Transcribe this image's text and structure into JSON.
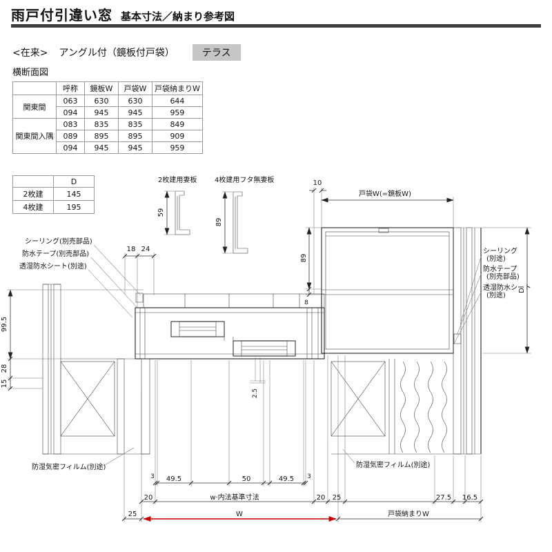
{
  "header": {
    "title": "雨戸付引違い窓",
    "subtitle": "基本寸法／納まり参考図"
  },
  "subheader": {
    "style": "<在来>",
    "spec": "アングル付（鏡板付戸袋）",
    "badge": "テラス"
  },
  "section_label": "横断面図",
  "size_table": {
    "headers": [
      "呼称",
      "鏡板W",
      "戸袋W",
      "戸袋納まりW"
    ],
    "groups": [
      {
        "label": "関東間",
        "rows": [
          [
            "063",
            "630",
            "630",
            "644"
          ],
          [
            "094",
            "945",
            "945",
            "959"
          ]
        ]
      },
      {
        "label": "関東間入隅",
        "rows": [
          [
            "083",
            "835",
            "835",
            "849"
          ],
          [
            "089",
            "895",
            "895",
            "909"
          ],
          [
            "094",
            "945",
            "945",
            "959"
          ]
        ]
      }
    ]
  },
  "depth_table": {
    "header": "D",
    "rows": [
      {
        "label": "2枚建",
        "value": "145"
      },
      {
        "label": "4枚建",
        "value": "195"
      }
    ]
  },
  "diagram": {
    "profile_labels": {
      "two_panel": "2枚建用妻板",
      "four_panel": "4枚建用フタ無妻板"
    },
    "callouts": {
      "sealing_left": "シーリング(別売部品)",
      "tape_left": "防水テープ(別売部品)",
      "sheet_left": "透湿防水シート(別途)",
      "sealing_right_1": "シーリング",
      "sealing_right_2": "(別途)",
      "tape_right_1": "防水テープ",
      "tape_right_2": "(別売部品)",
      "sheet_right_1": "透湿防水シート",
      "sheet_right_2": "(別途)",
      "film_left": "防湿気密フィルム(別途)",
      "film_right": "防湿気密フィルム(別途)"
    },
    "dims": {
      "profile2_h": "59",
      "profile4_h": "89",
      "gap10": "10",
      "tobukuro_w": "戸袋W(=鏡板W)",
      "box89": "89",
      "box8": "8",
      "left18": "18",
      "left24": "24",
      "v99_5": "99.5",
      "v28": "28",
      "v15": "15",
      "v2_5": "2.5",
      "depthD": "D",
      "b3_left": "3",
      "b49_5_left": "49.5",
      "b50": "50",
      "b49_5_right": "49.5",
      "b3_right": "3",
      "b20_left": "20",
      "naiho": "w·内法基準寸法",
      "b20_right": "20",
      "b25_right": "25",
      "b27_5": "27.5",
      "b16_5": "16.5",
      "b25_left": "25",
      "w_label": "W",
      "tobukuro_osamari": "戸袋納まりW"
    }
  },
  "colors": {
    "accent_red": "#cc0000",
    "insulation_fill": "#f7e9bc",
    "title_bar": "#3f3f3f",
    "badge_bg": "#c6c6c6"
  }
}
